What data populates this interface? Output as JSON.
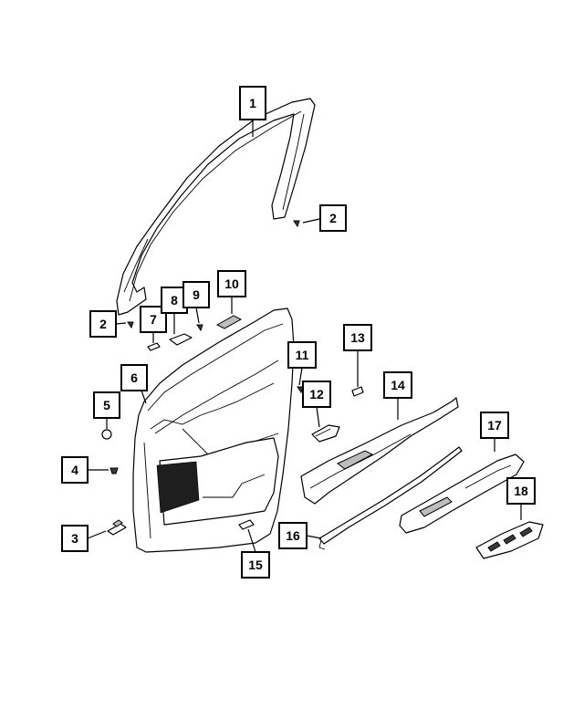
{
  "callouts": [
    {
      "id": "callout-1",
      "label": "1"
    },
    {
      "id": "callout-2a",
      "label": "2"
    },
    {
      "id": "callout-2b",
      "label": "2"
    },
    {
      "id": "callout-3",
      "label": "3"
    },
    {
      "id": "callout-4",
      "label": "4"
    },
    {
      "id": "callout-5",
      "label": "5"
    },
    {
      "id": "callout-6",
      "label": "6"
    },
    {
      "id": "callout-7",
      "label": "7"
    },
    {
      "id": "callout-8",
      "label": "8"
    },
    {
      "id": "callout-9",
      "label": "9"
    },
    {
      "id": "callout-10",
      "label": "10"
    },
    {
      "id": "callout-11",
      "label": "11"
    },
    {
      "id": "callout-12",
      "label": "12"
    },
    {
      "id": "callout-13",
      "label": "13"
    },
    {
      "id": "callout-14",
      "label": "14"
    },
    {
      "id": "callout-15",
      "label": "15"
    },
    {
      "id": "callout-16",
      "label": "16"
    },
    {
      "id": "callout-17",
      "label": "17"
    },
    {
      "id": "callout-18",
      "label": "18"
    }
  ]
}
